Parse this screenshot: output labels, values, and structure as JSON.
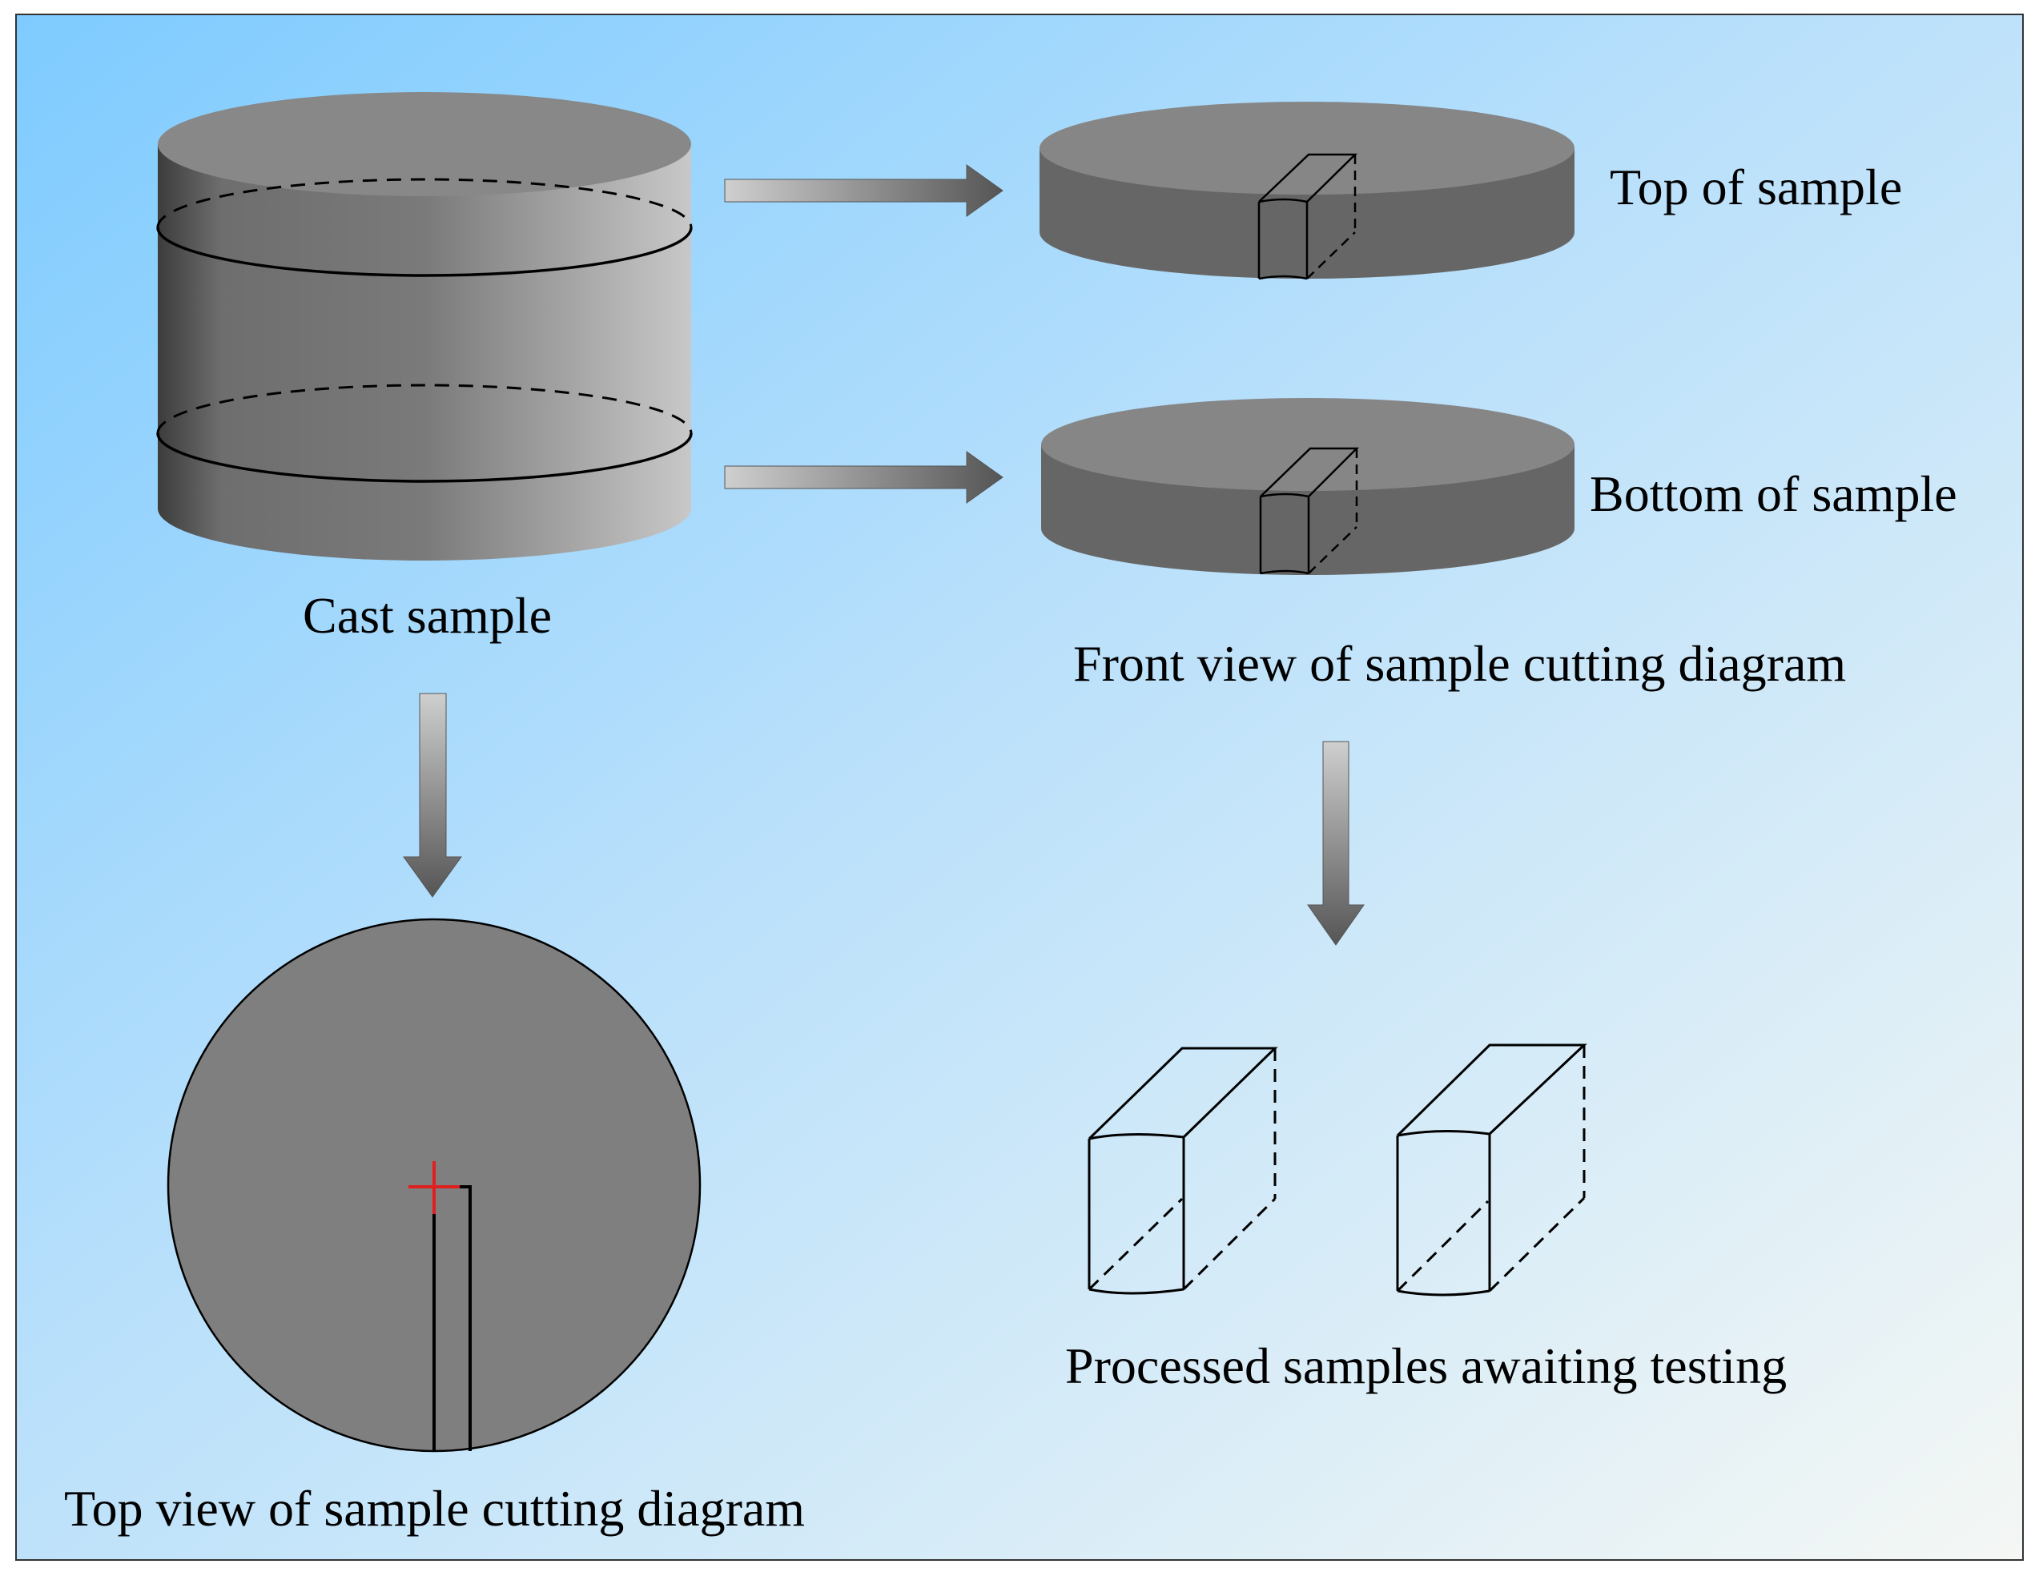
{
  "labels": {
    "cast_sample": "Cast sample",
    "top_of_sample": "Top of sample",
    "bottom_of_sample": "Bottom of sample",
    "front_view": "Front view of sample cutting diagram",
    "top_view": "Top view of sample cutting diagram",
    "processed": "Processed samples awaiting testing"
  },
  "colors": {
    "background_start": "#7ecbff",
    "background_end": "#f4f7f4",
    "cylinder_top": "#888888",
    "cylinder_side_dark": "#3c3c3c",
    "cylinder_side_light": "#c8c8c8",
    "disk_top": "#868686",
    "disk_side": "#666666",
    "top_view_disk": "#7f7f7f",
    "center_mark": "#e0201e",
    "arrow_dark": "#555555",
    "arrow_light": "#cfcfcf"
  }
}
